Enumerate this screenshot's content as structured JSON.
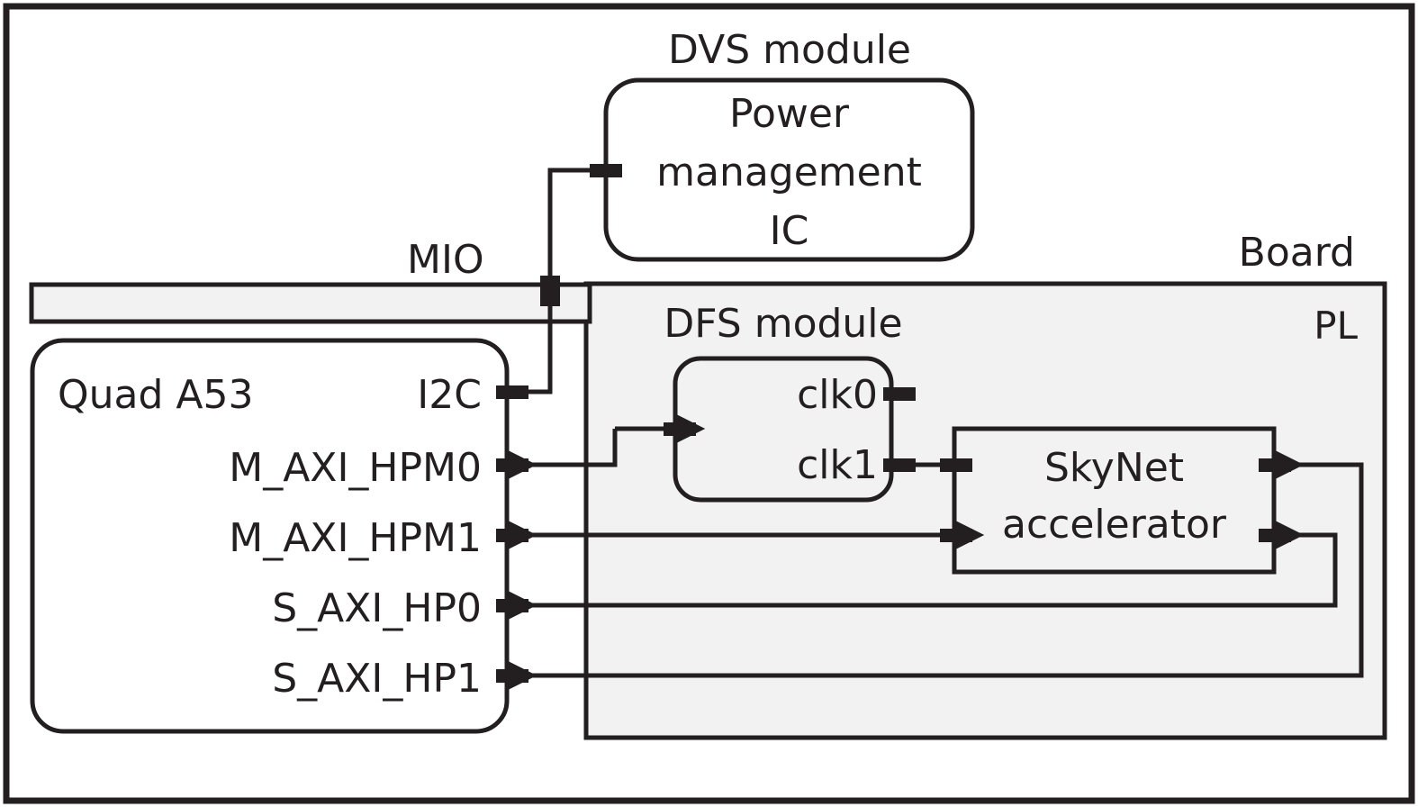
{
  "diagram": {
    "title_labels": {
      "dvs_module": "DVS module",
      "dfs_module": "DFS module",
      "board": "Board",
      "pl": "PL",
      "mio": "MIO"
    },
    "blocks": {
      "power_management_ic": {
        "line1": "Power",
        "line2": "management",
        "line3": "IC"
      },
      "quad_a53": {
        "name": "Quad A53",
        "ports": [
          {
            "label": "I2C"
          },
          {
            "label": "M_AXI_HPM0"
          },
          {
            "label": "M_AXI_HPM1"
          },
          {
            "label": "S_AXI_HP0"
          },
          {
            "label": "S_AXI_HP1"
          }
        ]
      },
      "dfs": {
        "ports": [
          {
            "label": "clk0"
          },
          {
            "label": "clk1"
          }
        ]
      },
      "skynet": {
        "line1": "SkyNet",
        "line2": "accelerator"
      }
    },
    "colors": {
      "stroke": "#231f20",
      "pl_fill": "#f2f2f2",
      "canvas": "#ffffff",
      "block_fill": "#ffffff"
    }
  }
}
